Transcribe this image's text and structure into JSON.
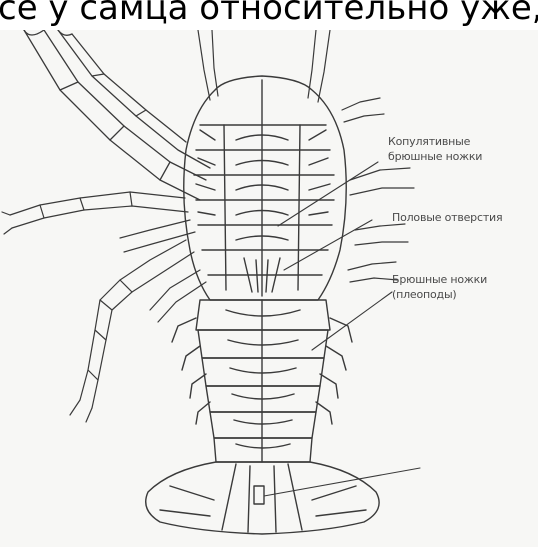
{
  "page_text": "се у самца относительно уже, ч",
  "figure": {
    "labels": [
      {
        "lines": [
          "Копулятивные",
          "брюшные ножки"
        ]
      },
      {
        "lines": [
          "Половые отверстия"
        ]
      },
      {
        "lines": [
          "Брюшные ножки",
          "(плеоподы)"
        ]
      }
    ]
  },
  "colors": {
    "ink": "#3a3a3a",
    "paper": "#f7f7f5",
    "text": "#000000"
  }
}
